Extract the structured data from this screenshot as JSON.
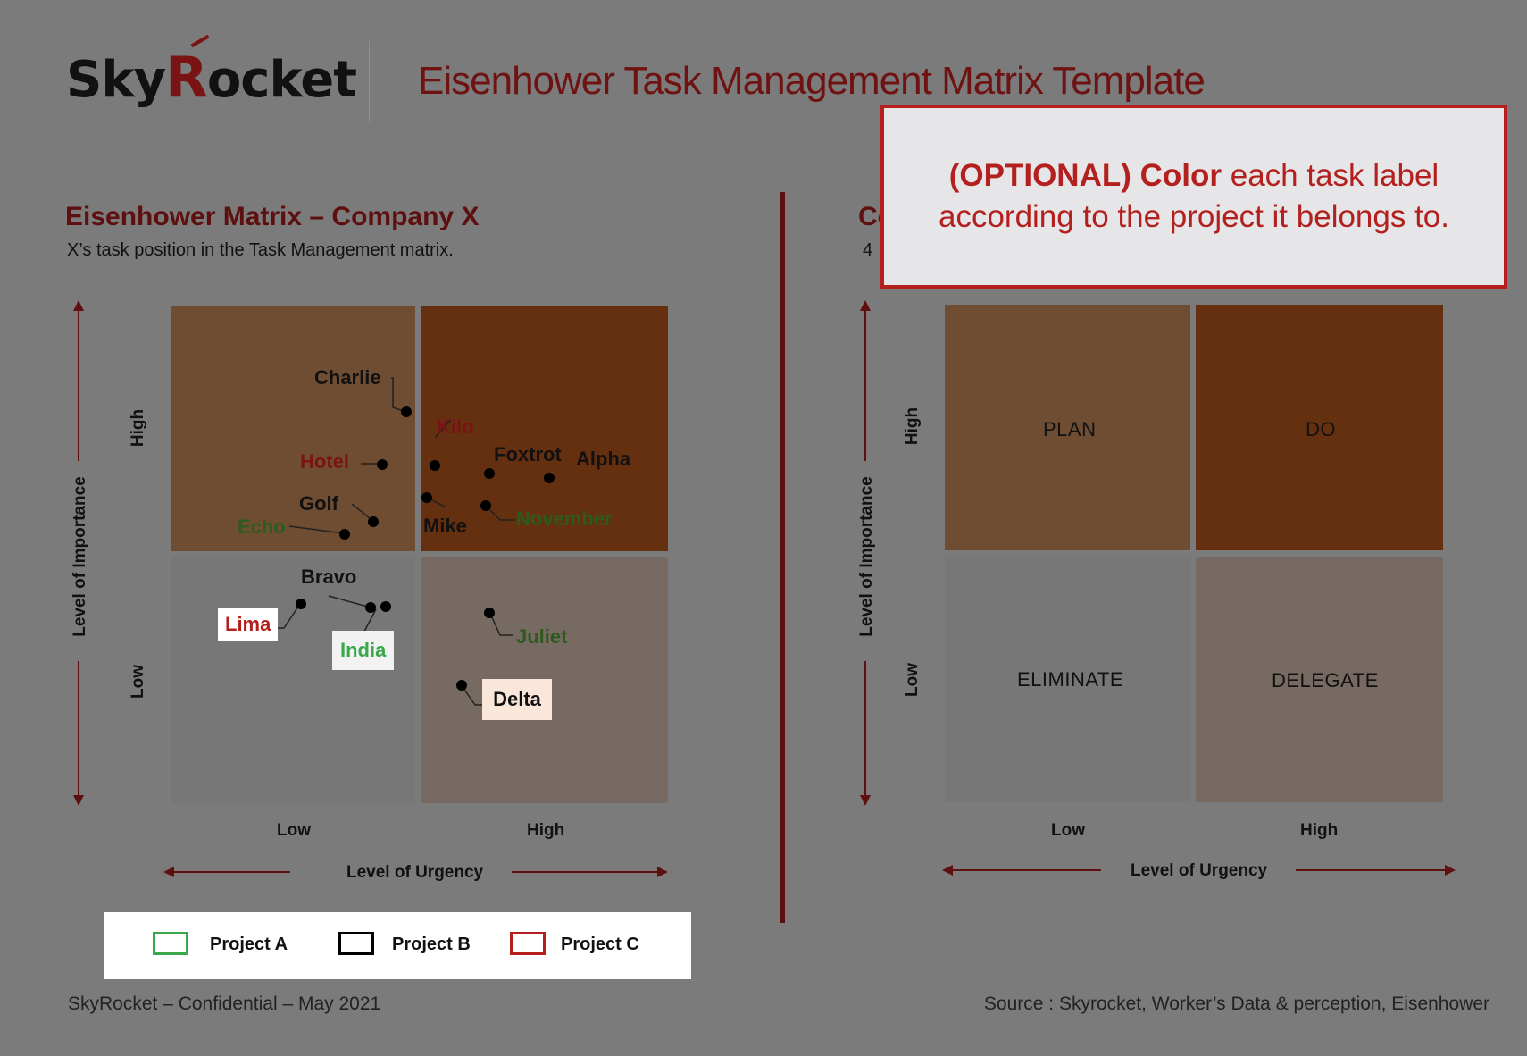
{
  "brand": {
    "logo_prefix": "Sky",
    "logo_r": "R",
    "logo_suffix": "ocket"
  },
  "title": "Eisenhower Task Management Matrix Template",
  "left_panel": {
    "heading": "Eisenhower Matrix – Company X",
    "subheading": "X’s task position in the Task Management matrix.",
    "y_axis_title": "Level of Importance",
    "x_axis_title": "Level of Urgency",
    "y_ticks": {
      "high": "High",
      "low": "Low"
    },
    "x_ticks": {
      "low": "Low",
      "high": "High"
    }
  },
  "right_panel": {
    "heading_visible": "Co",
    "subheading_visible": "4",
    "y_axis_title": "Level of Importance",
    "x_axis_title": "Level of Urgency",
    "y_ticks": {
      "high": "High",
      "low": "Low"
    },
    "x_ticks": {
      "low": "Low",
      "high": "High"
    },
    "quadrants": {
      "plan": "PLAN",
      "do": "DO",
      "eliminate": "ELIMINATE",
      "delegate": "DELEGATE"
    }
  },
  "tasks": [
    {
      "name": "Charlie",
      "project": "B"
    },
    {
      "name": "Kilo",
      "project": "C"
    },
    {
      "name": "Hotel",
      "project": "C"
    },
    {
      "name": "Foxtrot",
      "project": "B"
    },
    {
      "name": "Alpha",
      "project": "B"
    },
    {
      "name": "Golf",
      "project": "B"
    },
    {
      "name": "Echo",
      "project": "A"
    },
    {
      "name": "Mike",
      "project": "B"
    },
    {
      "name": "November",
      "project": "A"
    },
    {
      "name": "Bravo",
      "project": "B"
    },
    {
      "name": "Lima",
      "project": "C"
    },
    {
      "name": "India",
      "project": "A"
    },
    {
      "name": "Juliet",
      "project": "A"
    },
    {
      "name": "Delta",
      "project": "B"
    }
  ],
  "legend": [
    {
      "label": "Project A",
      "color": "#3aa84a"
    },
    {
      "label": "Project B",
      "color": "#000000"
    },
    {
      "label": "Project C",
      "color": "#b3201e"
    }
  ],
  "colors": {
    "project_a_text": "#2c5a1f",
    "project_b_text": "#111111",
    "project_c_text": "#7a1414",
    "quadrant_plan": "#6f4d33",
    "quadrant_do": "#65300f",
    "quadrant_eliminate": "#777777",
    "quadrant_delegate": "#776a62",
    "accent": "#5e0f0f"
  },
  "callout": {
    "bold": "(OPTIONAL) Color",
    "rest_line1": " each task label",
    "line2": "according to the project it belongs to."
  },
  "footer": {
    "left": "SkyRocket – Confidential – May 2021",
    "right": "Source : Skyrocket, Worker’s Data & perception, Eisenhower"
  }
}
